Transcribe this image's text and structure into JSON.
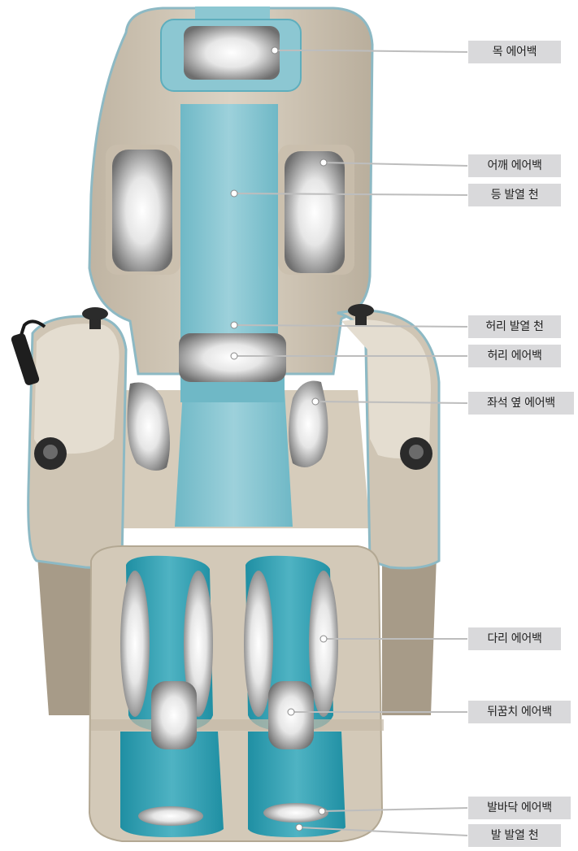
{
  "labels": {
    "neck_airbag": "목 에어백",
    "shoulder_airbag": "어깨 에어백",
    "back_heating": "등 발열 천",
    "waist_heating": "허리 발열 천",
    "waist_airbag": "허리 에어백",
    "seat_side_airbag": "좌석 옆 에어백",
    "leg_airbag": "다리 에어백",
    "heel_airbag": "뒤꿈치 에어백",
    "sole_airbag": "발바닥 에어백",
    "foot_heating": "발 발열 천"
  },
  "colors": {
    "upholstery": "#d3c9b8",
    "teal_fabric": "#8cc7d2",
    "teal_dark": "#3fa8b9",
    "airbag": "#8a8a8a",
    "label_bg": "#d9d9db"
  }
}
